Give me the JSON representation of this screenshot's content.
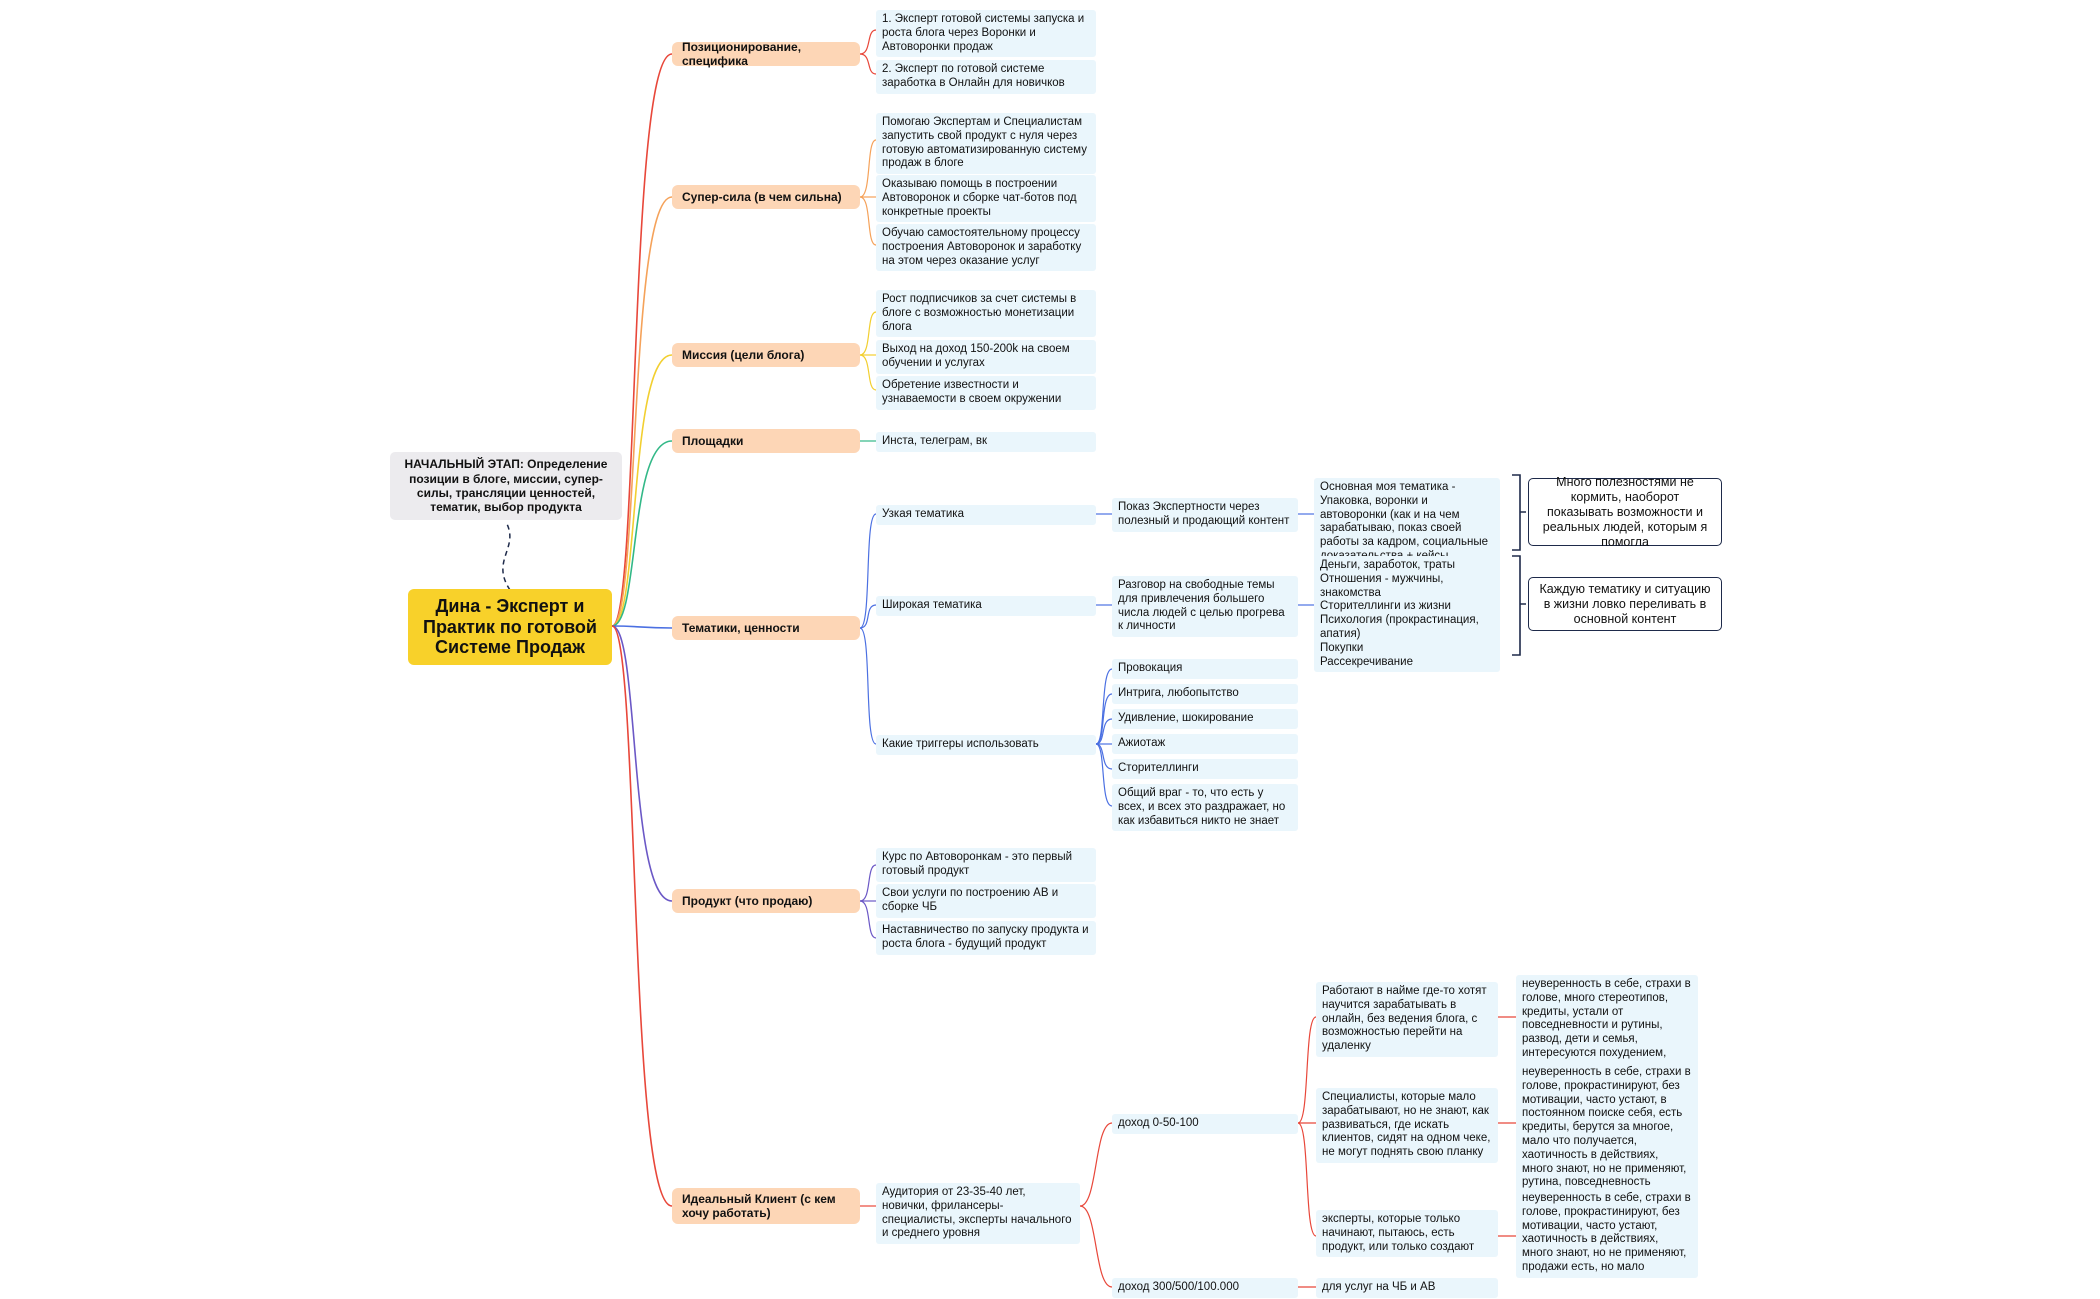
{
  "root": "Дина - Эксперт и\nПрактик по готовой\nСистеме Продаж",
  "note": "НАЧАЛЬНЫЙ ЭТАП: Определение позиции в блоге, миссии, супер-силы, трансляции ценностей, тематик, выбор продукта",
  "colors": {
    "red": "#e8473a",
    "orange": "#f5a25a",
    "yellow": "#f2cf30",
    "green": "#32b887",
    "blue": "#4b70e2",
    "purple": "#6b58c6",
    "navy": "#1e2a4a"
  },
  "positioning": {
    "label": "Позиционирование, специфика",
    "items": [
      "1. Эксперт готовой системы запуска и роста блога через Воронки и Автоворонки продаж",
      "2. Эксперт по готовой системе заработка в Онлайн для новичков"
    ]
  },
  "superpower": {
    "label": "Супер-сила (в чем сильна)",
    "items": [
      "Помогаю Экспертам и Специалистам запустить свой продукт с нуля через готовую автоматизированную систему продаж в блоге",
      "Оказываю помощь в построении Автоворонок и сборке чат-ботов под конкретные проекты",
      "Обучаю самостоятельному процессу построения Автоворонок и заработку на этом через оказание услуг"
    ]
  },
  "mission": {
    "label": "Миссия (цели блога)",
    "items": [
      "Рост подписчиков за счет системы в блоге с возможностью монетизации блога",
      "Выход на доход 150-200k на своем обучении и услугах",
      "Обретение известности и узнаваемости в своем окружении"
    ]
  },
  "platforms": {
    "label": "Площадки",
    "items": [
      "Инста, телеграм, вк"
    ]
  },
  "topics": {
    "label": "Тематики, ценности",
    "narrow": {
      "label": "Узкая тематика",
      "detail": "Показ Экспертности через полезный и продающий контент",
      "content": "Основная моя тематика - Упаковка, воронки и автоворонки (как и на чем зарабатываю, показ своей работы за кадром, социальные доказательства + кейсы"
    },
    "wide": {
      "label": "Широкая тематика",
      "detail": "Разговор на свободные темы для привлечения большего числа людей с целью прогрева к личности",
      "content": "Деньги, заработок, траты\nОтношения - мужчины, знакомства\nСторителлинги из жизни\nПсихология (прокрастинация, апатия)\nПокупки\nРассекречивание"
    },
    "callout1": "Много полезностями не кормить, наоборот показывать возможности и реальных людей, которым я помогла",
    "callout2": "Каждую тематику и ситуацию в жизни ловко переливать в основной контент",
    "triggers": {
      "label": "Какие триггеры использовать",
      "items": [
        "Провокация",
        "Интрига, любопытство",
        "Удивление, шокирование",
        "Ажиотаж",
        "Сторителлинги",
        "Общий враг - то, что есть у всех, и всех это раздражает, но как избавиться никто не знает"
      ]
    }
  },
  "product": {
    "label": "Продукт (что продаю)",
    "items": [
      "Курс по Автоворонкам - это первый готовый продукт",
      "Свои услуги по построению АВ и сборке ЧБ",
      "Наставничество по запуску продукта и роста блога - будущий продукт"
    ]
  },
  "client": {
    "label": "Идеальный Клиент (с кем хочу работать)",
    "audience": "Аудитория от 23-35-40 лет, новички, фрилансеры-специалисты, эксперты начального и среднего уровня",
    "income1": {
      "label": "доход 0-50-100",
      "groups": [
        {
          "who": "Работают в найме где-то хотят научится зарабатывать в онлайн, без ведения блога, с возможностью перейти на удаленку",
          "pains": "неуверенность в себе, страхи в голове, много стереотипов, кредиты, устали от повседневности и рутины, развод, дети и семья, интересуются похудением, покупками,"
        },
        {
          "who": "Специалисты, которые мало зарабатывают, но не знают, как развиваться, где искать клиентов, сидят на одном чеке, не могут поднять свою планку",
          "pains": "неуверенность в себе, страхи в голове, прокрастинируют, без мотивации, часто устают, в постоянном поиске себя, есть кредиты, берутся за многое, мало что получается, хаотичность в действиях, много знают, но не применяют, рутина, повседневность"
        },
        {
          "who": "эксперты, которые только начинают, пытаюсь, есть продукт, или только создают",
          "pains": "неуверенность в себе, страхи в голове, прокрастинируют, без мотивации, часто устают, хаотичность в действиях, много знают, но не применяют, продажи есть, но мало"
        }
      ]
    },
    "income2": {
      "label": "доход 300/500/100.000",
      "detail": "для услуг на ЧБ и АВ"
    }
  }
}
